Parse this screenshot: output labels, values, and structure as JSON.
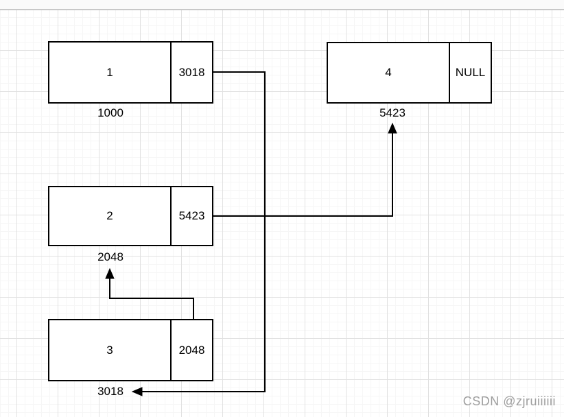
{
  "diagram": {
    "type": "linked-list",
    "nodes": [
      {
        "id": "node-1",
        "value": "1",
        "pointer": "3018",
        "address": "1000"
      },
      {
        "id": "node-2",
        "value": "2",
        "pointer": "5423",
        "address": "2048"
      },
      {
        "id": "node-3",
        "value": "3",
        "pointer": "2048",
        "address": "3018"
      },
      {
        "id": "node-4",
        "value": "4",
        "pointer": "NULL",
        "address": "5423"
      }
    ],
    "edges": [
      {
        "from": "node-1.pointer",
        "to": "address-3018",
        "label": ""
      },
      {
        "from": "node-2.pointer",
        "to": "address-5423",
        "label": ""
      },
      {
        "from": "node-3.pointer",
        "to": "address-2048",
        "label": ""
      }
    ]
  },
  "watermark": {
    "text": "CSDN @zjruiiiiii"
  },
  "colors": {
    "shape_border": "#000000",
    "text": "#000000",
    "grid_major": "#e1e1e1",
    "grid_minor": "#f6f6f6",
    "canvas_bg": "#ffffff",
    "topbar_bg": "#fafafa",
    "topbar_border": "#c8c8c8",
    "watermark": "#9e9e9e"
  }
}
